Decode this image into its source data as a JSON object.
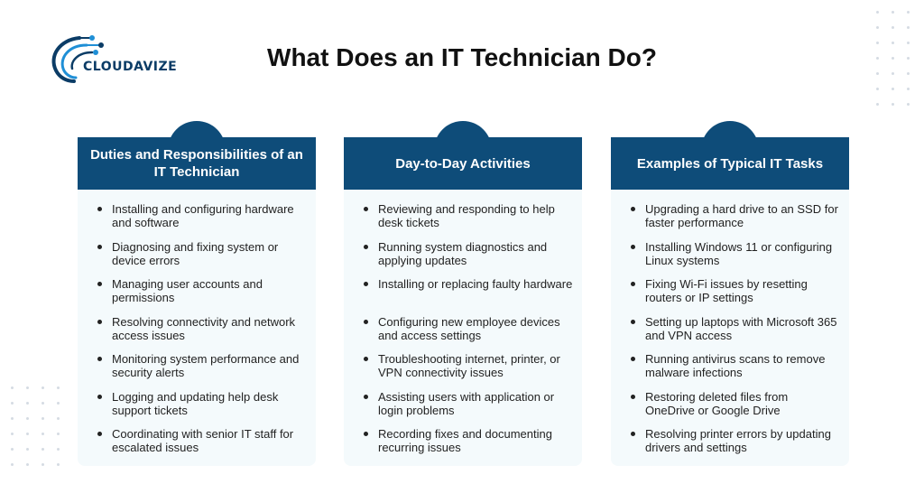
{
  "logo": {
    "text": "CLOUDAVIZE",
    "colors": {
      "dark": "#0b3c66",
      "accent": "#1f8fd6"
    }
  },
  "title": "What Does an IT Technician Do?",
  "colors": {
    "header": "#0e4c79",
    "card_bg": "#f4fafc",
    "text": "#222222"
  },
  "columns": [
    {
      "heading": "Duties and Responsibilities of an IT Technician",
      "items": [
        " Installing and configuring hardware and software",
        "Diagnosing and fixing system or device errors",
        "Managing user accounts and permissions",
        "Resolving connectivity and network access issues",
        "Monitoring system performance and security alerts",
        "Logging and updating help desk support tickets",
        "Coordinating with senior IT staff for escalated issues"
      ]
    },
    {
      "heading": "Day-to-Day Activities",
      "items": [
        "Reviewing and responding to help desk tickets",
        "Running system diagnostics and applying updates",
        "Installing or replacing faulty hardware",
        "Configuring new employee devices and access settings",
        "Troubleshooting internet, printer, or VPN connectivity issues",
        "Assisting users with application or login problems",
        "Recording fixes and documenting recurring issues"
      ]
    },
    {
      "heading": "Examples of Typical IT Tasks",
      "items": [
        "Upgrading a hard drive to an SSD for faster performance",
        "Installing Windows 11 or configuring Linux systems",
        "Fixing Wi-Fi issues by resetting routers or IP settings",
        "Setting up laptops with Microsoft 365 and VPN access",
        "Running antivirus scans to remove malware infections",
        "Restoring deleted files from OneDrive or Google Drive",
        "Resolving printer errors by updating drivers and settings"
      ]
    }
  ]
}
